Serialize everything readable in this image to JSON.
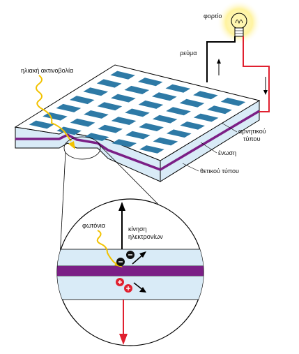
{
  "labels": {
    "load": "φορτίο",
    "current": "ρεύμα",
    "solar_radiation": "ηλιακή ακτινοβολία",
    "n_type_line1": "αρνητικού",
    "n_type_line2": "τύπου",
    "junction": "ένωση",
    "p_type": "θετικού τύπου",
    "photons": "φωτόνια",
    "electron_motion_line1": "κίνηση",
    "electron_motion_line2": "ηλεκτρονίων"
  },
  "colors": {
    "background": "#ffffff",
    "cell": "#2e7aa6",
    "panel_top": "#ffffff",
    "panel_side": "#d9ebf7",
    "junction_layer": "#7b1f86",
    "circuit_wire": "#e0202f",
    "wire_black": "#000000",
    "sunray": "#f2c200",
    "bulb_glow": "#fff3a0",
    "hole": "#e0202f",
    "electron": "#111111"
  },
  "icons": [
    "light-bulb-icon",
    "sunray-icon",
    "electron-icon",
    "hole-icon",
    "current-arrow-icon"
  ]
}
